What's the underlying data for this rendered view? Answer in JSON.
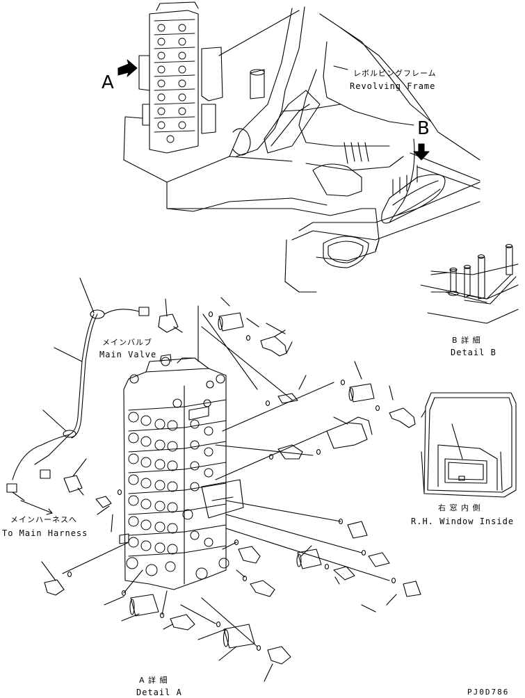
{
  "labels": {
    "view_a": "A",
    "view_b": "B",
    "revolving_frame_jp": "レボルビングフレーム",
    "revolving_frame_en": "Revolving Frame",
    "main_valve_jp": "メインバルブ",
    "main_valve_en": "Main Valve",
    "detail_b_jp": "B 詳 細",
    "detail_b_en": "Detail B",
    "window_jp": "右 窓 内 側",
    "window_en": "R.H. Window Inside",
    "main_harness_jp": "メインハーネスへ",
    "main_harness_en": "To Main Harness",
    "detail_a_jp": "A 詳 細",
    "detail_a_en": "Detail A",
    "drawing_code": "PJ0D786"
  }
}
